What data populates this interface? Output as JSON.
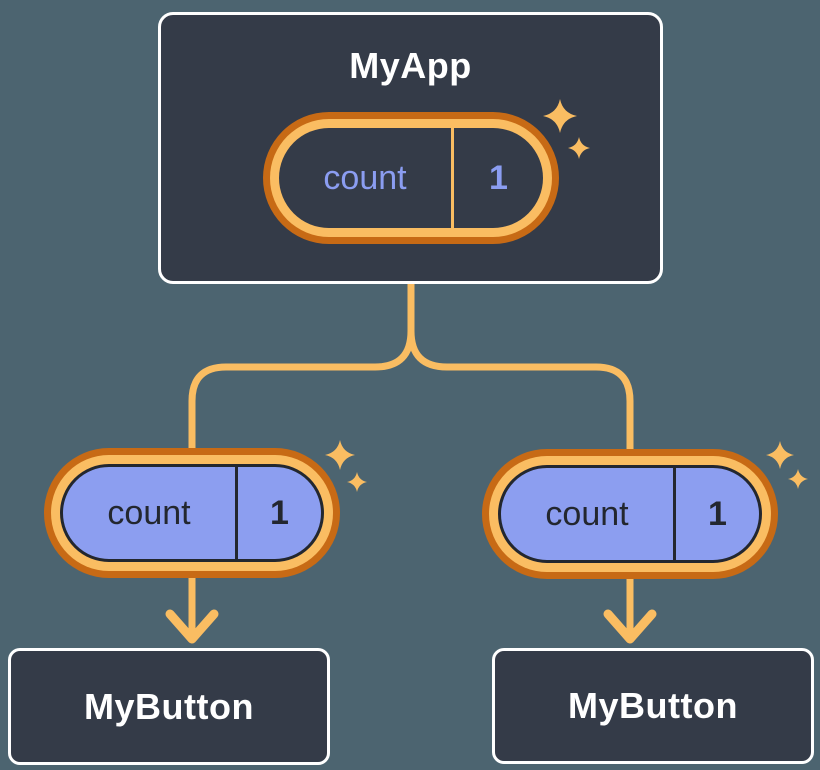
{
  "tree": {
    "root": {
      "label": "MyApp",
      "state": {
        "name": "count",
        "value": "1"
      }
    },
    "children": [
      {
        "label": "MyButton",
        "state": {
          "name": "count",
          "value": "1"
        }
      },
      {
        "label": "MyButton",
        "state": {
          "name": "count",
          "value": "1"
        }
      }
    ]
  },
  "icons": {
    "sparkle": "four-point-star",
    "arrow_down": "chevron-down-arrow"
  },
  "colors": {
    "background": "#4C6470",
    "node_bg": "#343B48",
    "node_border": "#FFFFFF",
    "node_text": "#FFFFFF",
    "ring_outer": "#C76A15",
    "ring_inner": "#FABD62",
    "connector": "#FABD62",
    "sparkle": "#FABD62",
    "pill_fill": "#8C9EF0",
    "pill_dark_text": "#23272F",
    "pill_light_text": "#8B9DF1"
  }
}
